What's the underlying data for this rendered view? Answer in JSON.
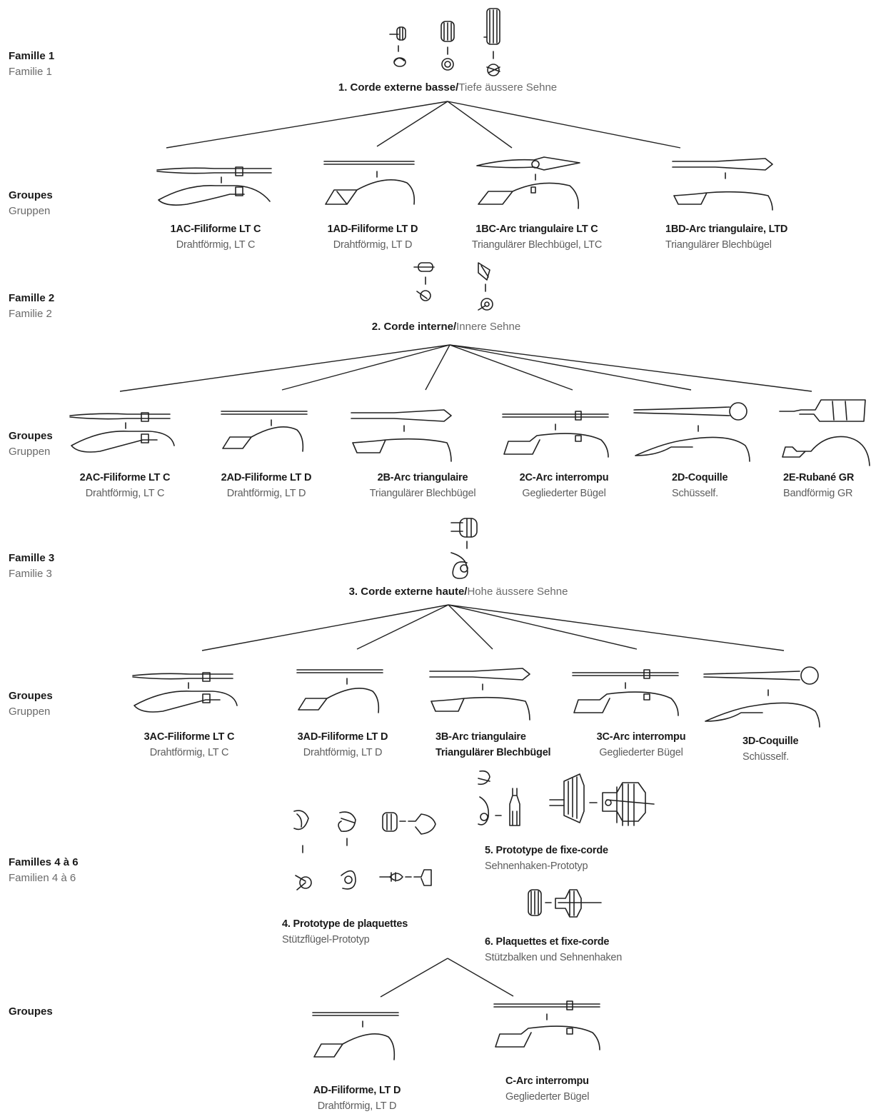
{
  "side_labels": {
    "famille1": {
      "fr": "Famille 1",
      "de": "Familie 1"
    },
    "groupes1": {
      "fr": "Groupes",
      "de": "Gruppen"
    },
    "famille2": {
      "fr": "Famille 2",
      "de": "Familie 2"
    },
    "groupes2": {
      "fr": "Groupes",
      "de": "Gruppen"
    },
    "famille3": {
      "fr": "Famille 3",
      "de": "Familie 3"
    },
    "groupes3": {
      "fr": "Groupes",
      "de": "Gruppen"
    },
    "familles46": {
      "fr": "Familles 4 à 6",
      "de": "Familien 4 à 6"
    },
    "groupes4": {
      "fr": "Groupes"
    }
  },
  "families": {
    "f1": {
      "fr": "1. Corde externe basse/",
      "de": "Tiefe äussere Sehne"
    },
    "f2": {
      "fr": "2. Corde interne/",
      "de": "Innere Sehne"
    },
    "f3": {
      "fr": "3. Corde externe haute/",
      "de": "Hohe äussere Sehne"
    },
    "f4": {
      "fr": "4. Prototype de plaquettes",
      "de": "Stützflügel-Prototyp"
    },
    "f5": {
      "fr": "5. Prototype de fixe-corde",
      "de": "Sehnenhaken-Prototyp"
    },
    "f6": {
      "fr": "6. Plaquettes et fixe-corde",
      "de": "Stützbalken und Sehnenhaken"
    }
  },
  "groups1": [
    {
      "fr": "1AC-Filiforme LT C",
      "de": "Drahtförmig, LT C"
    },
    {
      "fr": "1AD-Filiforme LT D",
      "de": "Drahtförmig, LT D"
    },
    {
      "fr": "1BC-Arc triangulaire LT C",
      "de": "Triangulärer Blechbügel, LTC"
    },
    {
      "fr": "1BD-Arc triangulaire, LTD",
      "de": "Triangulärer Blechbügel"
    }
  ],
  "groups2": [
    {
      "fr": "2AC-Filiforme LT C",
      "de": "Drahtförmig, LT C"
    },
    {
      "fr": "2AD-Filiforme LT D",
      "de": "Drahtförmig, LT D"
    },
    {
      "fr": "2B-Arc triangulaire",
      "de": "Triangulärer Blechbügel"
    },
    {
      "fr": "2C-Arc interrompu",
      "de": "Gegliederter Bügel"
    },
    {
      "fr": "2D-Coquille",
      "de": "Schüsself."
    },
    {
      "fr": "2E-Rubané GR",
      "de": "Bandförmig GR"
    }
  ],
  "groups3": [
    {
      "fr": "3AC-Filiforme LT C",
      "de": "Drahtförmig, LT C"
    },
    {
      "fr": "3AD-Filiforme LT D",
      "de": "Drahtförmig, LT D"
    },
    {
      "fr": "3B-Arc triangulaire",
      "de": "Triangulärer Blechbügel"
    },
    {
      "fr": "3C-Arc interrompu",
      "de": "Gegliederter Bügel"
    },
    {
      "fr": "3D-Coquille",
      "de": "Schüsself."
    }
  ],
  "groups4": [
    {
      "fr": "AD-Filiforme, LT D",
      "de": "Drahtförmig, LT D"
    },
    {
      "fr": "C-Arc interrompu",
      "de": "Gegliederter Bügel"
    }
  ]
}
